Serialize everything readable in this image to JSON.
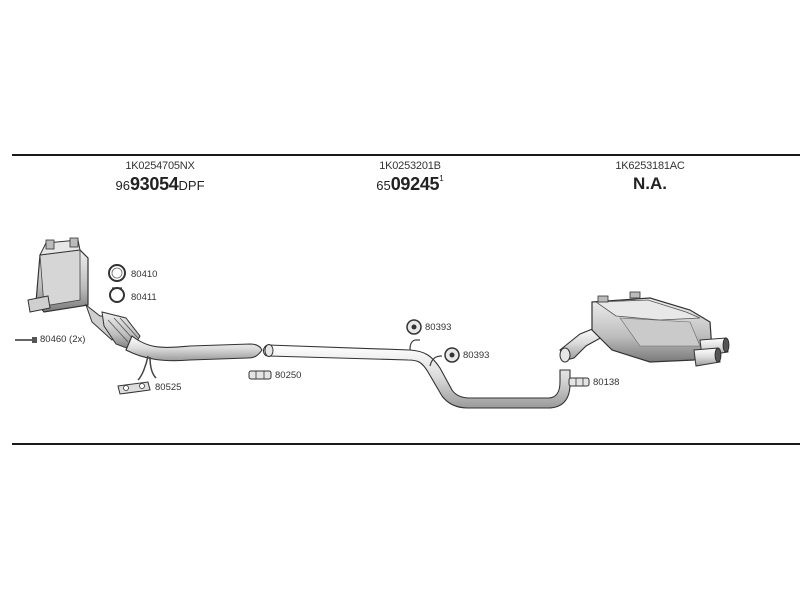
{
  "sections": [
    {
      "oe_number": "1K0254705NX",
      "article": {
        "prefix": "96",
        "bold": "93054",
        "suffix": "DPF",
        "sup": ""
      }
    },
    {
      "oe_number": "1K0253201B",
      "article": {
        "prefix": "65",
        "bold": "09245",
        "suffix": "",
        "sup": "1"
      }
    },
    {
      "oe_number": "1K6253181AC",
      "article": {
        "prefix": "",
        "bold": "",
        "suffix": "",
        "sup": "",
        "na": "N.A."
      }
    }
  ],
  "parts": {
    "ring_80410": "80410",
    "ring_80411": "80411",
    "bolt_80460": "80460 (2x)",
    "gasket_80525": "80525",
    "clamp_80250": "80250",
    "hanger_80393_a": "80393",
    "hanger_80393_b": "80393",
    "clamp_80138": "80138"
  }
}
